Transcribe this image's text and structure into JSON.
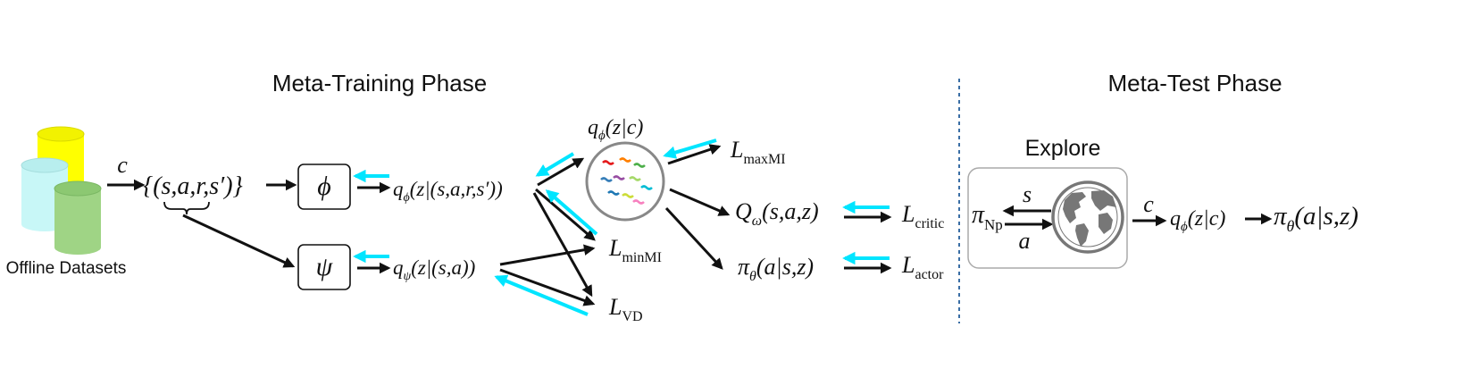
{
  "phases": {
    "training_title": "Meta-Training Phase",
    "test_title": "Meta-Test Phase"
  },
  "datasets": {
    "label": "Offline Datasets",
    "colors": [
      "#ffff00",
      "#c8f7f7",
      "#9fd485"
    ]
  },
  "context_symbol": "c",
  "transition_set": "{(s,a,r,s′)}",
  "encoders": {
    "phi_symbol": "ϕ",
    "psi_symbol": "ψ",
    "q_phi_full": "q",
    "q_phi_full_sub": "ϕ",
    "q_phi_full_arg": "(z|(s,a,r,s′))",
    "q_psi": "q",
    "q_psi_sub": "ψ",
    "q_psi_arg": "(z|(s,a))"
  },
  "latent": {
    "q": "q",
    "sub": "ϕ",
    "arg": "(z|c)",
    "cluster_colors": [
      "#e41a1c",
      "#ff7f00",
      "#4daf4a",
      "#377eb8",
      "#984ea3",
      "#a6d96a",
      "#00bcd4",
      "#1f78b4",
      "#cddc39",
      "#f781bf"
    ]
  },
  "losses": {
    "max_mi": {
      "L": "L",
      "sub": "maxMI"
    },
    "min_mi": {
      "L": "L",
      "sub": "minMI"
    },
    "vd": {
      "L": "L",
      "sub": "VD"
    },
    "critic": {
      "L": "L",
      "sub": "critic"
    },
    "actor": {
      "L": "L",
      "sub": "actor"
    }
  },
  "networks": {
    "q_omega": "Q",
    "q_omega_sub": "ω",
    "q_omega_arg": "(s,a,z)",
    "pi_theta": "π",
    "pi_theta_sub": "θ",
    "pi_theta_arg": "(a|s,z)"
  },
  "test": {
    "explore_label": "Explore",
    "pi_np": "π",
    "pi_np_sub": "Np",
    "state": "s",
    "action": "a",
    "context": "c",
    "q": "q",
    "q_sub": "ϕ",
    "q_arg": "(z|c)",
    "pi": "π",
    "pi_sub": "θ",
    "pi_arg": "(a|s,z)"
  },
  "colors": {
    "black_arrow": "#111111",
    "cyan_arrow": "#00e5ff",
    "divider": "#3a6ea5"
  }
}
